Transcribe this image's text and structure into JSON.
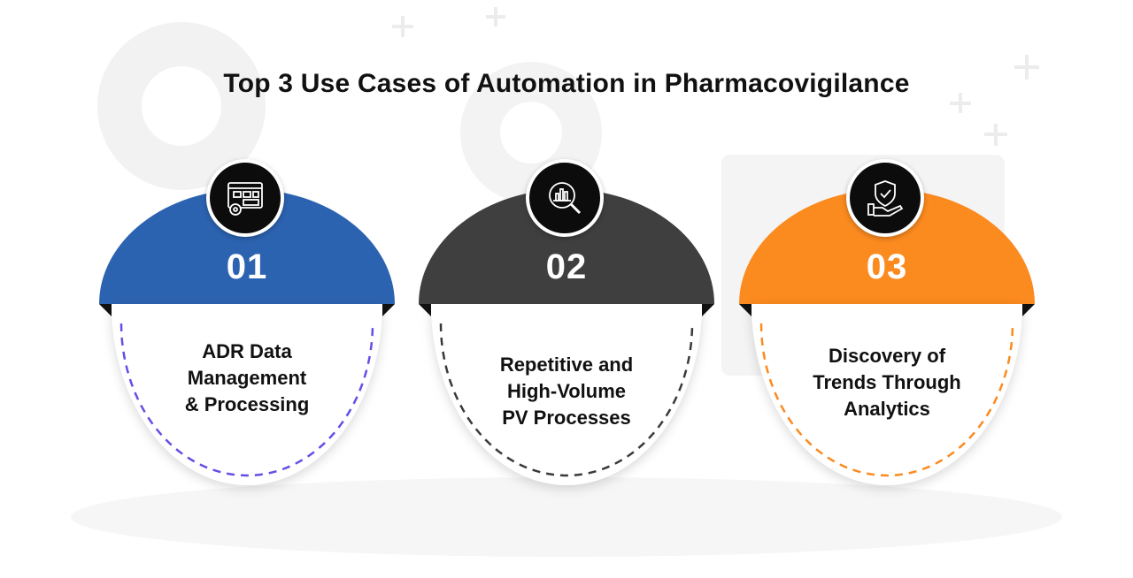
{
  "title": "Top 3 Use Cases of Automation in Pharmacovigilance",
  "colors": {
    "card_1": "#2c63b0",
    "card_2": "#3f3f3f",
    "card_3": "#fb8a1f",
    "dash_1": "#6250e6",
    "dash_2": "#3a3a3a",
    "dash_3": "#fb8a1f",
    "badge": "#0c0c0c"
  },
  "cards": [
    {
      "number": "01",
      "line1": "ADR Data",
      "line2": "Management",
      "line3": "& Processing",
      "icon": "dashboard-gear-icon"
    },
    {
      "number": "02",
      "line1": "Repetitive and",
      "line2": "High-Volume",
      "line3": "PV Processes",
      "icon": "chart-magnifier-icon"
    },
    {
      "number": "03",
      "line1": "Discovery of",
      "line2": "Trends Through",
      "line3": "Analytics",
      "icon": "shield-hand-icon"
    }
  ]
}
